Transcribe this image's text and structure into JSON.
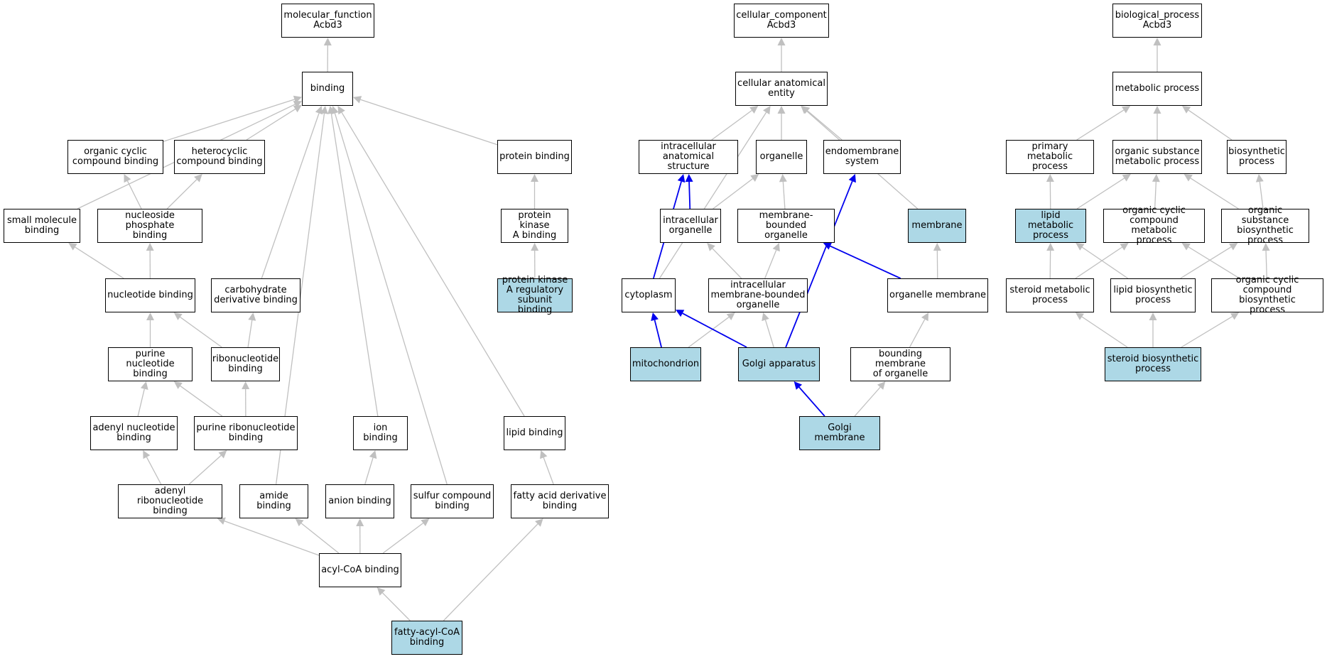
{
  "colors": {
    "highlight": "#add8e6",
    "edge": "#c0c0c0",
    "edge_highlight": "#0000ee",
    "border": "#000000"
  },
  "nodes": {
    "mf_root": "molecular_function\nAcbd3",
    "binding": "binding",
    "organic_cyclic_compound_binding": "organic cyclic\ncompound binding",
    "heterocyclic_compound_binding": "heterocyclic\ncompound binding",
    "protein_binding": "protein binding",
    "small_molecule_binding": "small molecule\nbinding",
    "nucleoside_phosphate_binding": "nucleoside phosphate\nbinding",
    "protein_kinase_a_binding": "protein kinase\nA binding",
    "nucleotide_binding": "nucleotide binding",
    "carbohydrate_derivative_binding": "carbohydrate\nderivative binding",
    "pka_regulatory_subunit_binding": "protein kinase\nA regulatory\nsubunit binding",
    "purine_nucleotide_binding": "purine nucleotide\nbinding",
    "ribonucleotide_binding": "ribonucleotide\nbinding",
    "adenyl_nucleotide_binding": "adenyl nucleotide\nbinding",
    "purine_ribonucleotide_binding": "purine ribonucleotide\nbinding",
    "ion_binding": "ion binding",
    "lipid_binding": "lipid binding",
    "adenyl_ribonucleotide_binding": "adenyl ribonucleotide\nbinding",
    "amide_binding": "amide binding",
    "anion_binding": "anion binding",
    "sulfur_compound_binding": "sulfur compound\nbinding",
    "fatty_acid_derivative_binding": "fatty acid derivative\nbinding",
    "acyl_coa_binding": "acyl-CoA binding",
    "fatty_acyl_coa_binding": "fatty-acyl-CoA\nbinding",
    "cc_root": "cellular_component\nAcbd3",
    "cellular_anatomical_entity": "cellular anatomical\nentity",
    "intracellular_anatomical_structure": "intracellular\nanatomical structure",
    "organelle": "organelle",
    "endomembrane_system": "endomembrane\nsystem",
    "intracellular_organelle": "intracellular\norganelle",
    "membrane_bounded_organelle": "membrane-bounded\norganelle",
    "membrane": "membrane",
    "cytoplasm": "cytoplasm",
    "intracellular_membrane_bounded_organelle": "intracellular\nmembrane-bounded\norganelle",
    "organelle_membrane": "organelle membrane",
    "mitochondrion": "mitochondrion",
    "golgi_apparatus": "Golgi apparatus",
    "bounding_membrane_of_organelle": "bounding membrane\nof organelle",
    "golgi_membrane": "Golgi membrane",
    "bp_root": "biological_process\nAcbd3",
    "metabolic_process": "metabolic process",
    "primary_metabolic_process": "primary metabolic\nprocess",
    "organic_substance_metabolic_process": "organic substance\nmetabolic process",
    "biosynthetic_process": "biosynthetic\nprocess",
    "lipid_metabolic_process": "lipid metabolic\nprocess",
    "organic_cyclic_compound_metabolic_process": "organic cyclic\ncompound metabolic\nprocess",
    "organic_substance_biosynthetic_process": "organic substance\nbiosynthetic\nprocess",
    "steroid_metabolic_process": "steroid metabolic\nprocess",
    "lipid_biosynthetic_process": "lipid biosynthetic\nprocess",
    "organic_cyclic_compound_biosynthetic_process": "organic cyclic\ncompound biosynthetic\nprocess",
    "steroid_biosynthetic_process": "steroid biosynthetic\nprocess"
  },
  "highlighted": [
    "pka_regulatory_subunit_binding",
    "fatty_acyl_coa_binding",
    "membrane",
    "mitochondrion",
    "golgi_apparatus",
    "golgi_membrane",
    "lipid_metabolic_process",
    "steroid_biosynthetic_process"
  ],
  "edges": [
    [
      "binding",
      "mf_root"
    ],
    [
      "organic_cyclic_compound_binding",
      "binding"
    ],
    [
      "heterocyclic_compound_binding",
      "binding"
    ],
    [
      "protein_binding",
      "binding"
    ],
    [
      "small_molecule_binding",
      "binding"
    ],
    [
      "nucleoside_phosphate_binding",
      "organic_cyclic_compound_binding"
    ],
    [
      "nucleoside_phosphate_binding",
      "heterocyclic_compound_binding"
    ],
    [
      "protein_kinase_a_binding",
      "protein_binding"
    ],
    [
      "nucleotide_binding",
      "small_molecule_binding"
    ],
    [
      "nucleotide_binding",
      "nucleoside_phosphate_binding"
    ],
    [
      "carbohydrate_derivative_binding",
      "binding"
    ],
    [
      "pka_regulatory_subunit_binding",
      "protein_kinase_a_binding"
    ],
    [
      "purine_nucleotide_binding",
      "nucleotide_binding"
    ],
    [
      "ribonucleotide_binding",
      "nucleotide_binding"
    ],
    [
      "ribonucleotide_binding",
      "carbohydrate_derivative_binding"
    ],
    [
      "adenyl_nucleotide_binding",
      "purine_nucleotide_binding"
    ],
    [
      "purine_ribonucleotide_binding",
      "purine_nucleotide_binding"
    ],
    [
      "purine_ribonucleotide_binding",
      "ribonucleotide_binding"
    ],
    [
      "ion_binding",
      "binding"
    ],
    [
      "lipid_binding",
      "binding"
    ],
    [
      "adenyl_ribonucleotide_binding",
      "adenyl_nucleotide_binding"
    ],
    [
      "adenyl_ribonucleotide_binding",
      "purine_ribonucleotide_binding"
    ],
    [
      "amide_binding",
      "binding"
    ],
    [
      "anion_binding",
      "ion_binding"
    ],
    [
      "sulfur_compound_binding",
      "binding"
    ],
    [
      "fatty_acid_derivative_binding",
      "lipid_binding"
    ],
    [
      "acyl_coa_binding",
      "adenyl_ribonucleotide_binding"
    ],
    [
      "acyl_coa_binding",
      "amide_binding"
    ],
    [
      "acyl_coa_binding",
      "anion_binding"
    ],
    [
      "acyl_coa_binding",
      "sulfur_compound_binding"
    ],
    [
      "fatty_acyl_coa_binding",
      "acyl_coa_binding"
    ],
    [
      "fatty_acyl_coa_binding",
      "fatty_acid_derivative_binding"
    ],
    [
      "cellular_anatomical_entity",
      "cc_root"
    ],
    [
      "intracellular_anatomical_structure",
      "cellular_anatomical_entity"
    ],
    [
      "organelle",
      "cellular_anatomical_entity"
    ],
    [
      "endomembrane_system",
      "cellular_anatomical_entity"
    ],
    [
      "membrane",
      "cellular_anatomical_entity"
    ],
    [
      "cytoplasm",
      "cellular_anatomical_entity"
    ],
    [
      "intracellular_organelle",
      "intracellular_anatomical_structure",
      "blue"
    ],
    [
      "intracellular_organelle",
      "organelle"
    ],
    [
      "membrane_bounded_organelle",
      "organelle"
    ],
    [
      "cytoplasm",
      "intracellular_anatomical_structure",
      "blue"
    ],
    [
      "intracellular_membrane_bounded_organelle",
      "intracellular_organelle"
    ],
    [
      "intracellular_membrane_bounded_organelle",
      "membrane_bounded_organelle"
    ],
    [
      "organelle_membrane",
      "membrane_bounded_organelle",
      "blue"
    ],
    [
      "organelle_membrane",
      "membrane"
    ],
    [
      "mitochondrion",
      "cytoplasm",
      "blue"
    ],
    [
      "mitochondrion",
      "intracellular_membrane_bounded_organelle"
    ],
    [
      "golgi_apparatus",
      "cytoplasm",
      "blue"
    ],
    [
      "golgi_apparatus",
      "intracellular_membrane_bounded_organelle"
    ],
    [
      "golgi_apparatus",
      "endomembrane_system",
      "blue"
    ],
    [
      "bounding_membrane_of_organelle",
      "organelle_membrane"
    ],
    [
      "golgi_membrane",
      "golgi_apparatus",
      "blue"
    ],
    [
      "golgi_membrane",
      "bounding_membrane_of_organelle"
    ],
    [
      "metabolic_process",
      "bp_root"
    ],
    [
      "primary_metabolic_process",
      "metabolic_process"
    ],
    [
      "organic_substance_metabolic_process",
      "metabolic_process"
    ],
    [
      "biosynthetic_process",
      "metabolic_process"
    ],
    [
      "lipid_metabolic_process",
      "primary_metabolic_process"
    ],
    [
      "lipid_metabolic_process",
      "organic_substance_metabolic_process"
    ],
    [
      "organic_cyclic_compound_metabolic_process",
      "organic_substance_metabolic_process"
    ],
    [
      "organic_substance_biosynthetic_process",
      "organic_substance_metabolic_process"
    ],
    [
      "organic_substance_biosynthetic_process",
      "biosynthetic_process"
    ],
    [
      "steroid_metabolic_process",
      "lipid_metabolic_process"
    ],
    [
      "steroid_metabolic_process",
      "organic_cyclic_compound_metabolic_process"
    ],
    [
      "lipid_biosynthetic_process",
      "lipid_metabolic_process"
    ],
    [
      "lipid_biosynthetic_process",
      "organic_substance_biosynthetic_process"
    ],
    [
      "organic_cyclic_compound_biosynthetic_process",
      "organic_cyclic_compound_metabolic_process"
    ],
    [
      "organic_cyclic_compound_biosynthetic_process",
      "organic_substance_biosynthetic_process"
    ],
    [
      "steroid_biosynthetic_process",
      "steroid_metabolic_process"
    ],
    [
      "steroid_biosynthetic_process",
      "lipid_biosynthetic_process"
    ],
    [
      "steroid_biosynthetic_process",
      "organic_cyclic_compound_biosynthetic_process"
    ]
  ]
}
